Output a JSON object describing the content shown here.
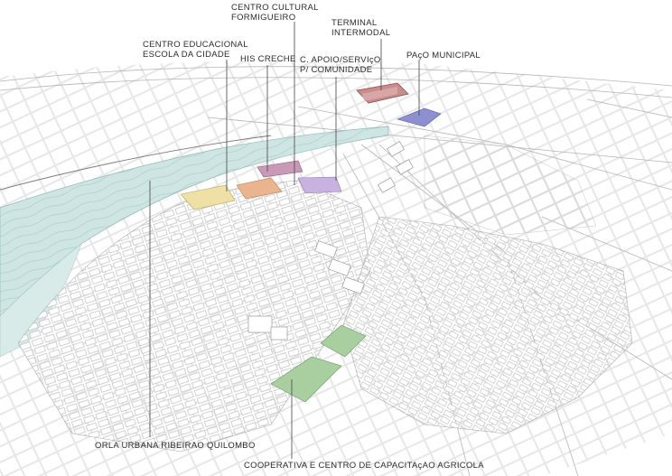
{
  "labels": {
    "centro_cultural": [
      "CENTRO CULTURAL",
      "FORMIGUEIRO"
    ],
    "terminal": [
      "TERMINAL",
      "INTERMODAL"
    ],
    "centro_educacional": [
      "CENTRO EDUCACIONAL",
      "ESCOLA DA CIDADE"
    ],
    "his_creche": [
      "HIS CRECHE"
    ],
    "c_apoio": [
      "C. APOIO/SERVIçO",
      "P/ COMUNIDADE"
    ],
    "paco": [
      "PAçO MUNICIPAL"
    ],
    "orla": [
      "ORLA URBANA RIBEIRAO QUILOMBO"
    ],
    "cooperativa": [
      "COOPERATIVA E CENTRO DE CAPACITAçAO AGRICOLA"
    ]
  },
  "colors": {
    "river": "#b9d8d6",
    "school": "#efe0a6",
    "creche": "#e9b48e",
    "cultural": "#c99ab6",
    "apoio": "#c8b2df",
    "terminal": "#c98c8c",
    "paco": "#8d8fd0",
    "cooperativa": "#a9cfa1",
    "linework": "#9a9a9a",
    "leader": "#444444"
  }
}
